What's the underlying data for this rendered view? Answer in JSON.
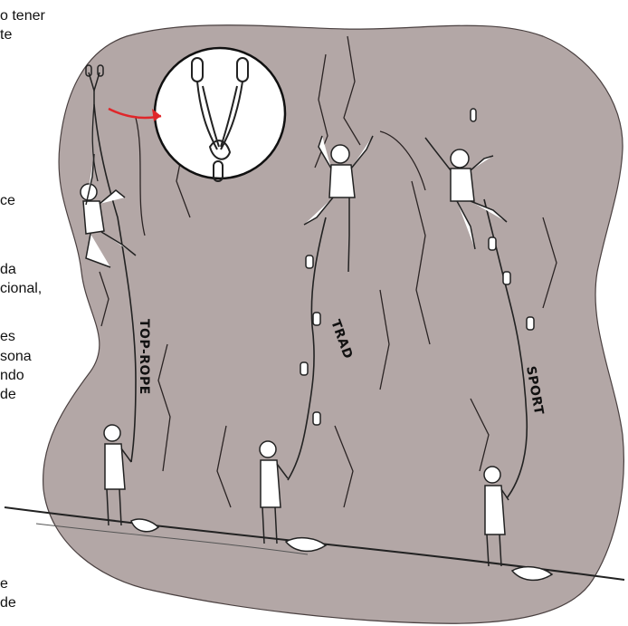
{
  "side_text": {
    "line1": "o tener",
    "line2": "te",
    "line3": "ce",
    "line4": "da",
    "line5": "cional,",
    "line6": "es",
    "line7": "sona",
    "line8": "ndo",
    "line9": "de",
    "line10": "e",
    "line11": "de"
  },
  "labels": {
    "top_rope": "TOP-ROPE",
    "trad": "TRAD",
    "sport": "SPORT"
  },
  "colors": {
    "rock": "#b3a7a6",
    "ink": "#111111",
    "arrow": "#e0262a",
    "skin": "#ffffff"
  },
  "icons": {
    "anchor": "anchor-detail-icon",
    "arrow": "red-arrow-icon"
  }
}
